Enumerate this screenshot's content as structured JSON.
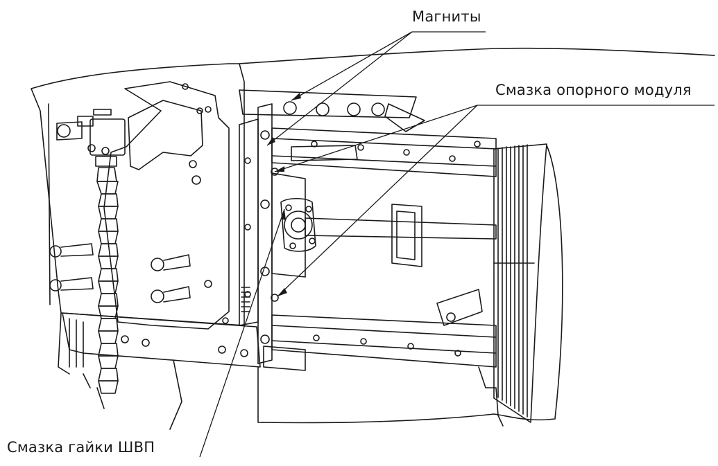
{
  "labels": {
    "magnets": "Магниты",
    "support_module_lubrication": "Смазка опорного модуля",
    "ball_screw_nut_lubrication": "Смазка гайки ШВП"
  },
  "colors": {
    "line": "#1a1a1a",
    "background": "#ffffff"
  }
}
